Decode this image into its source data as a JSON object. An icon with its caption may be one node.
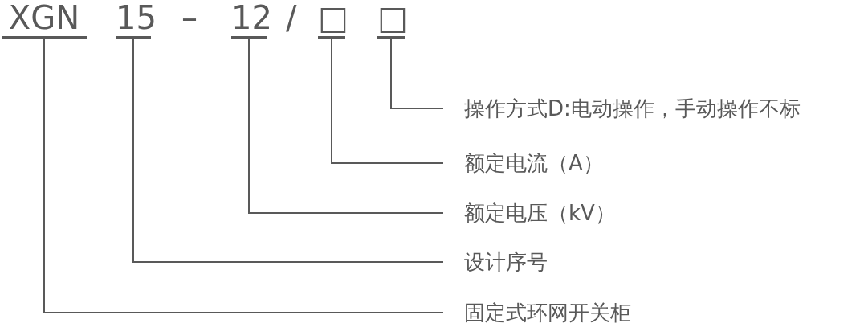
{
  "diagram": {
    "nodes": [
      {
        "text": [
          "XGN"
        ]
      },
      {
        "text": [
          "15"
        ]
      },
      {
        "text": [
          "12"
        ]
      },
      {
        "text": [
          "□"
        ]
      },
      {
        "text": [
          "□"
        ]
      },
      {
        "text": [
          "操作方式D:电动操作，手动操作不标"
        ]
      },
      {
        "text": [
          "额定电流（A）"
        ]
      },
      {
        "text": [
          "额定电压（kV）"
        ]
      },
      {
        "text": [
          "设计序号"
        ]
      },
      {
        "text": [
          "固定式环网开关柜"
        ]
      }
    ],
    "edges": [
      {
        "from": 0,
        "to": 9,
        "arrow": "none"
      },
      {
        "from": 1,
        "to": 8,
        "arrow": "none"
      },
      {
        "from": 2,
        "to": 7,
        "arrow": "none"
      },
      {
        "from": 3,
        "to": 6,
        "arrow": "none"
      },
      {
        "from": 4,
        "to": 5,
        "arrow": "none"
      }
    ],
    "labels": [
      "–",
      "/"
    ]
  }
}
